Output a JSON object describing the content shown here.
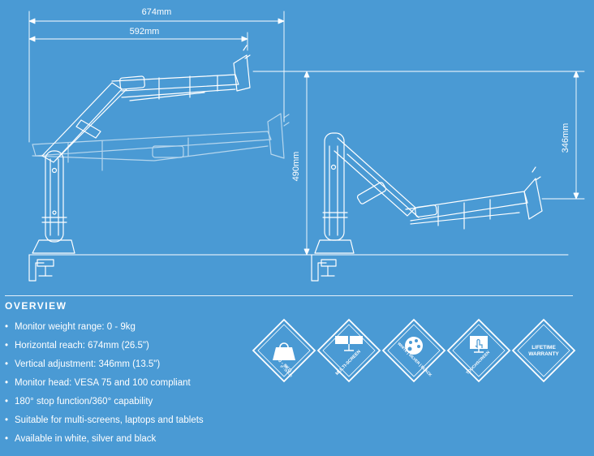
{
  "dimensions": {
    "horizontal_reach": "674mm",
    "arm_length": "592mm",
    "max_height": "490mm",
    "vertical_adjustment": "346mm"
  },
  "overview": {
    "title": "OVERVIEW",
    "features": [
      "Monitor weight range: 0 - 9kg",
      "Horizontal reach: 674mm (26.5\")",
      "Vertical adjustment: 346mm (13.5\")",
      "Monitor head: VESA 75 and 100 compliant",
      "180° stop function/360° capability",
      "Suitable for multi-screens, laptops and tablets",
      "Available in white, silver and black"
    ]
  },
  "badges": [
    {
      "icon": "weight-icon",
      "label": "0 - 9KG",
      "sublabel": "(0 - 19.8LB)"
    },
    {
      "icon": "multi-screen-icon",
      "label": "MULTI-SCREEN"
    },
    {
      "icon": "color-palette-icon",
      "label": "WHITE | SILVER | BLACK"
    },
    {
      "icon": "touchscreen-icon",
      "label": "TOUCHSCREEN"
    },
    {
      "icon": "warranty-icon",
      "label": "LIFETIME",
      "label2": "WARRANTY"
    }
  ]
}
